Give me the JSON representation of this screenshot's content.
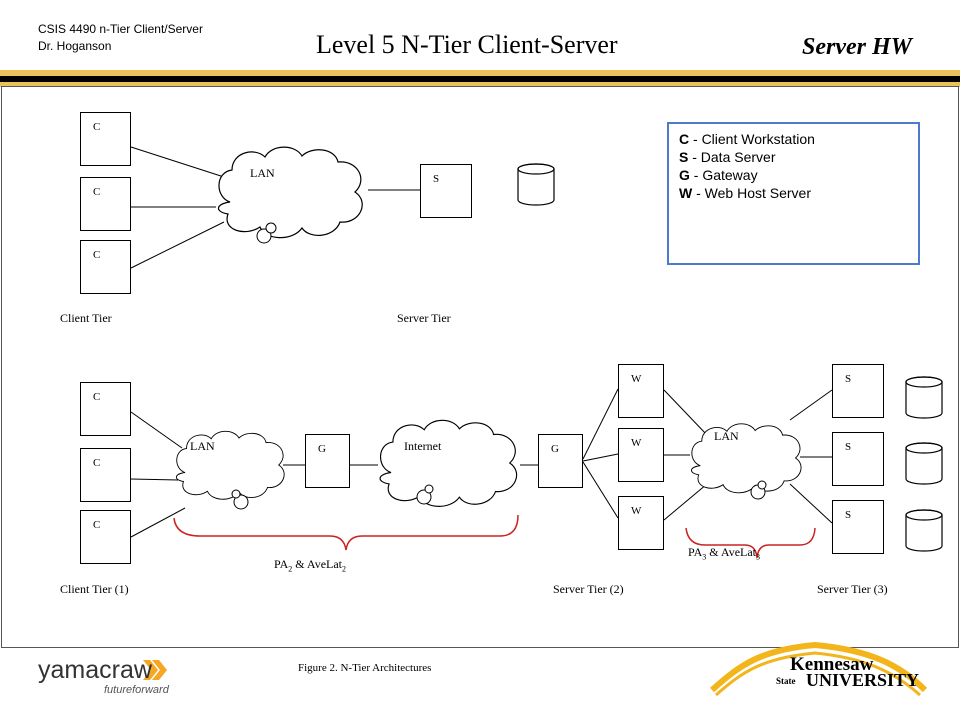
{
  "header": {
    "course": "CSIS 4490 n-Tier Client/Server",
    "instructor": "Dr. Hoganson",
    "title": "Level 5 N-Tier Client-Server",
    "subject": "Server HW"
  },
  "legend": {
    "items": [
      {
        "key": "C",
        "text": " - Client Workstation"
      },
      {
        "key": "S",
        "text": " - Data Server"
      },
      {
        "key": "G",
        "text": " - Gateway"
      },
      {
        "key": "W",
        "text": " - Web Host Server"
      }
    ]
  },
  "top_diagram": {
    "client_label": "C",
    "server_label": "S",
    "lan_label": "LAN",
    "client_tier": "Client Tier",
    "server_tier": "Server Tier"
  },
  "bottom_diagram": {
    "client_label": "C",
    "gateway_label": "G",
    "web_label": "W",
    "server_label": "S",
    "lan_label": "LAN",
    "internet_label": "Internet",
    "client_tier": "Client Tier (1)",
    "server_tier_2": "Server Tier (2)",
    "server_tier_3": "Server Tier (3)",
    "pa2_main": "PA",
    "pa2_sub": "2",
    "pa2_rest": " & AveLat",
    "pa2_sub2": "2",
    "pa3_main": "PA",
    "pa3_sub": "3",
    "pa3_rest": " & AveLat",
    "pa3_sub2": "3"
  },
  "footer": {
    "caption": "Figure 2. N-Tier Architectures",
    "logo_left_main": "yamacraw",
    "logo_left_sub": "futureforward",
    "logo_right_top": "Kennesaw",
    "logo_right_state": "State",
    "logo_right_univ": "UNIVERSITY"
  },
  "colors": {
    "gold": "#e9c25a",
    "legend_border": "#4a7cc9",
    "brace": "#cc2222",
    "kennesaw_gold": "#f2b51c"
  }
}
